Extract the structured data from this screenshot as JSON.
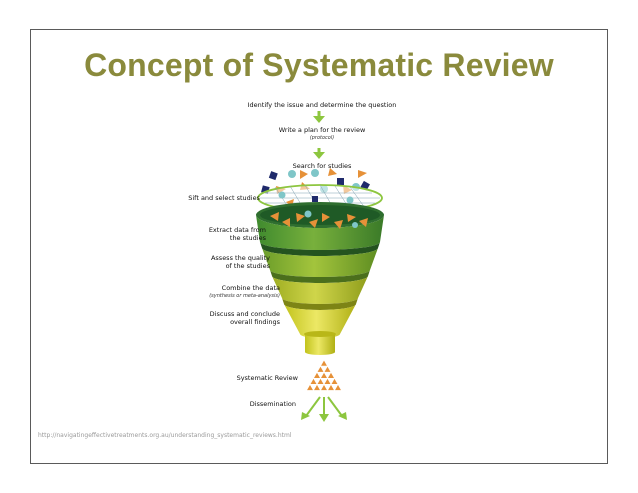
{
  "slide": {
    "title": "Concept of Systematic Review",
    "source_url": "http://navigatingeffectivetreatments.org.au/understanding_systematic_reviews.html"
  },
  "steps": {
    "identify": "Identify the issue and determine the question",
    "plan": "Write a plan for the review",
    "plan_sub": "(protocol)",
    "search": "Search for studies",
    "sift": "Sift and select studies",
    "extract_1": "Extract data from",
    "extract_2": "the studies",
    "assess_1": "Assess the quality",
    "assess_2": "of the studies",
    "combine": "Combine the data",
    "combine_sub": "(synthesis or meta-analysis)",
    "discuss_1": "Discuss and conclude",
    "discuss_2": "overall findings",
    "systematic": "Systematic Review",
    "dissemination": "Dissemination"
  },
  "colors": {
    "title": "#8a8a3c",
    "arrow_green": "#8dc63f",
    "funnel_top": "#2f6e2f",
    "funnel_bottom": "#d6cf1a",
    "triangle_orange": "#e69138",
    "square_navy": "#1f2a6b",
    "circle_teal": "#7fc6c8"
  }
}
